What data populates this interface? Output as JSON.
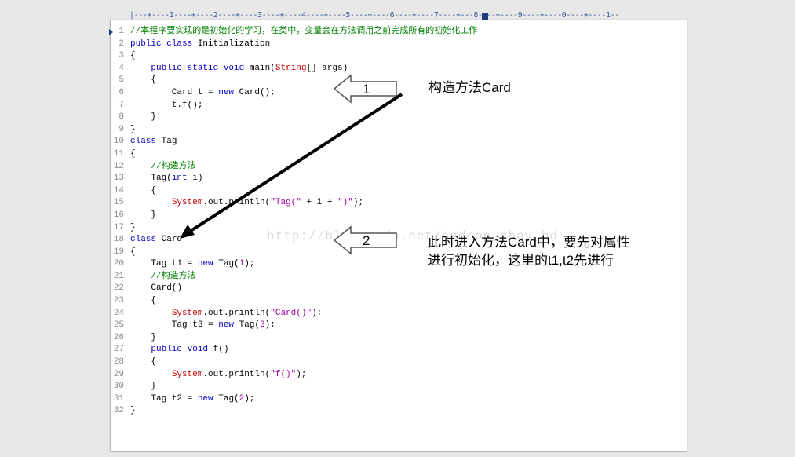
{
  "ruler": {
    "text": "|---+----1----+----2----+----3----+----4----+----5----+----6----+----7----+---8----+----9----+----0----+----1--"
  },
  "code": {
    "lines": [
      {
        "n": "1",
        "parts": [
          {
            "t": "//本程序要实现的是初始化的学习，在类中，变量会在方法调用之前完成所有的初始化工作",
            "c": "cm"
          }
        ]
      },
      {
        "n": "2",
        "parts": [
          {
            "t": "public class",
            "c": "kw"
          },
          {
            "t": " Initialization",
            "c": ""
          }
        ]
      },
      {
        "n": "3",
        "parts": [
          {
            "t": "{",
            "c": ""
          }
        ]
      },
      {
        "n": "4",
        "parts": [
          {
            "t": "    ",
            "c": ""
          },
          {
            "t": "public static void",
            "c": "kw"
          },
          {
            "t": " main(",
            "c": ""
          },
          {
            "t": "String",
            "c": "cls"
          },
          {
            "t": "[] args)",
            "c": ""
          }
        ]
      },
      {
        "n": "5",
        "parts": [
          {
            "t": "    {",
            "c": ""
          }
        ]
      },
      {
        "n": "6",
        "parts": [
          {
            "t": "        Card t = ",
            "c": ""
          },
          {
            "t": "new",
            "c": "kw"
          },
          {
            "t": " Card();",
            "c": ""
          }
        ]
      },
      {
        "n": "7",
        "parts": [
          {
            "t": "        t.f();",
            "c": ""
          }
        ]
      },
      {
        "n": "8",
        "parts": [
          {
            "t": "    }",
            "c": ""
          }
        ]
      },
      {
        "n": "9",
        "parts": [
          {
            "t": "}",
            "c": ""
          }
        ]
      },
      {
        "n": "10",
        "parts": [
          {
            "t": "class",
            "c": "kw"
          },
          {
            "t": " Tag",
            "c": ""
          }
        ]
      },
      {
        "n": "11",
        "parts": [
          {
            "t": "{",
            "c": ""
          }
        ]
      },
      {
        "n": "12",
        "parts": [
          {
            "t": "    ",
            "c": ""
          },
          {
            "t": "//构造方法",
            "c": "cm"
          }
        ]
      },
      {
        "n": "13",
        "parts": [
          {
            "t": "    Tag(",
            "c": ""
          },
          {
            "t": "int",
            "c": "kw"
          },
          {
            "t": " i)",
            "c": ""
          }
        ]
      },
      {
        "n": "14",
        "parts": [
          {
            "t": "    {",
            "c": ""
          }
        ]
      },
      {
        "n": "15",
        "parts": [
          {
            "t": "        ",
            "c": ""
          },
          {
            "t": "System",
            "c": "cls"
          },
          {
            "t": ".out.println(",
            "c": ""
          },
          {
            "t": "\"Tag(\"",
            "c": "str"
          },
          {
            "t": " + i + ",
            "c": ""
          },
          {
            "t": "\")\"",
            "c": "str"
          },
          {
            "t": ");",
            "c": ""
          }
        ]
      },
      {
        "n": "16",
        "parts": [
          {
            "t": "    }",
            "c": ""
          }
        ]
      },
      {
        "n": "17",
        "parts": [
          {
            "t": "}",
            "c": ""
          }
        ]
      },
      {
        "n": "18",
        "parts": [
          {
            "t": "class",
            "c": "kw"
          },
          {
            "t": " Card",
            "c": ""
          }
        ]
      },
      {
        "n": "19",
        "parts": [
          {
            "t": "{",
            "c": ""
          }
        ]
      },
      {
        "n": "20",
        "parts": [
          {
            "t": "    Tag t1 = ",
            "c": ""
          },
          {
            "t": "new",
            "c": "kw"
          },
          {
            "t": " Tag(",
            "c": ""
          },
          {
            "t": "1",
            "c": "str"
          },
          {
            "t": ");",
            "c": ""
          }
        ]
      },
      {
        "n": "21",
        "parts": [
          {
            "t": "    ",
            "c": ""
          },
          {
            "t": "//构造方法",
            "c": "cm"
          }
        ]
      },
      {
        "n": "22",
        "parts": [
          {
            "t": "    Card()",
            "c": ""
          }
        ]
      },
      {
        "n": "23",
        "parts": [
          {
            "t": "    {",
            "c": ""
          }
        ]
      },
      {
        "n": "24",
        "parts": [
          {
            "t": "        ",
            "c": ""
          },
          {
            "t": "System",
            "c": "cls"
          },
          {
            "t": ".out.println(",
            "c": ""
          },
          {
            "t": "\"Card()\"",
            "c": "str"
          },
          {
            "t": ");",
            "c": ""
          }
        ]
      },
      {
        "n": "25",
        "parts": [
          {
            "t": "        Tag t3 = ",
            "c": ""
          },
          {
            "t": "new",
            "c": "kw"
          },
          {
            "t": " Tag(",
            "c": ""
          },
          {
            "t": "3",
            "c": "str"
          },
          {
            "t": ");",
            "c": ""
          }
        ]
      },
      {
        "n": "26",
        "parts": [
          {
            "t": "    }",
            "c": ""
          }
        ]
      },
      {
        "n": "27",
        "parts": [
          {
            "t": "    ",
            "c": ""
          },
          {
            "t": "public void",
            "c": "kw"
          },
          {
            "t": " f()",
            "c": ""
          }
        ]
      },
      {
        "n": "28",
        "parts": [
          {
            "t": "    {",
            "c": ""
          }
        ]
      },
      {
        "n": "29",
        "parts": [
          {
            "t": "        ",
            "c": ""
          },
          {
            "t": "System",
            "c": "cls"
          },
          {
            "t": ".out.println(",
            "c": ""
          },
          {
            "t": "\"f()\"",
            "c": "str"
          },
          {
            "t": ");",
            "c": ""
          }
        ]
      },
      {
        "n": "30",
        "parts": [
          {
            "t": "    }",
            "c": ""
          }
        ]
      },
      {
        "n": "31",
        "parts": [
          {
            "t": "    Tag t2 = ",
            "c": ""
          },
          {
            "t": "new",
            "c": "kw"
          },
          {
            "t": " Tag(",
            "c": ""
          },
          {
            "t": "2",
            "c": "str"
          },
          {
            "t": ");",
            "c": ""
          }
        ]
      },
      {
        "n": "32",
        "parts": [
          {
            "t": "}",
            "c": ""
          }
        ]
      }
    ]
  },
  "annotations": {
    "arrow1_number": "1",
    "arrow2_number": "2",
    "note1": "构造方法Card",
    "note2_line1": "此时进入方法Card中，要先对属性",
    "note2_line2": "进行初始化，这里的t1,t2先进行"
  },
  "watermark": "http://blog.csdn.net/hadoop_ebay_bd",
  "colors": {
    "keyword": "#0000c8",
    "comment": "#008000",
    "string": "#a000a0",
    "class": "#c00000",
    "background": "#e8e8e8"
  }
}
